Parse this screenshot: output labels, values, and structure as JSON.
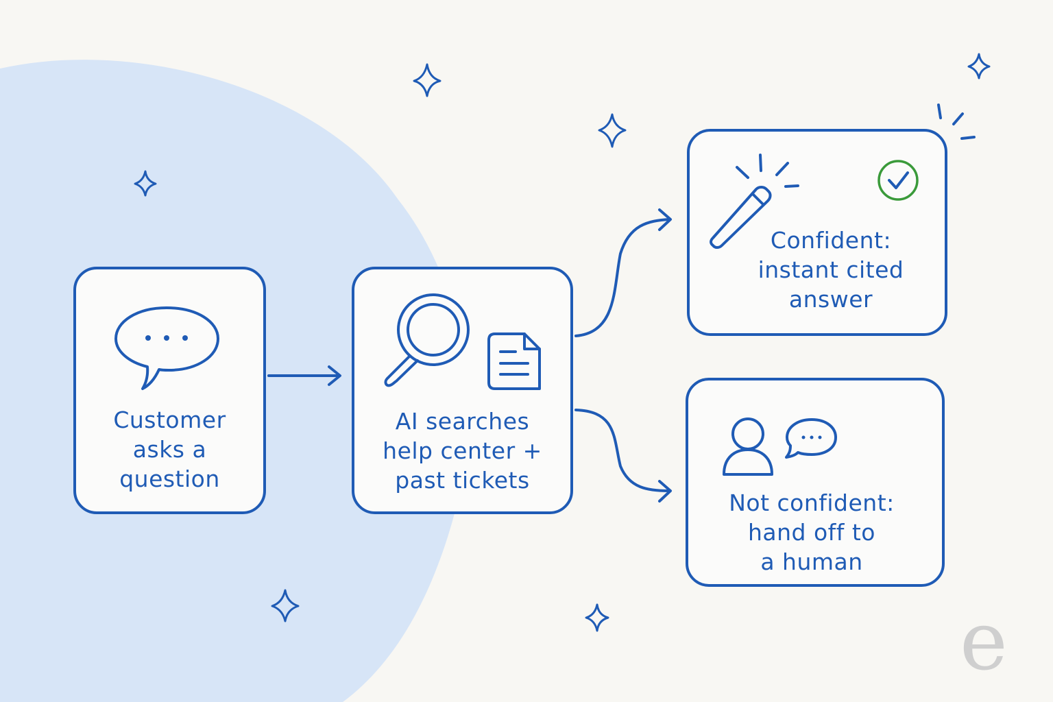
{
  "colors": {
    "background": "#f8f7f3",
    "blob": "#d7e5f7",
    "stroke": "#1f5bb5",
    "check": "#3a9a3a",
    "watermark": "#cfcfcf"
  },
  "nodes": {
    "customer": {
      "label": "Customer\nasks a\nquestion",
      "icon": "speech-bubble-icon"
    },
    "search": {
      "label": "AI searches\nhelp center +\npast tickets",
      "icons": [
        "magnifying-glass-icon",
        "document-icon"
      ]
    },
    "confident": {
      "label": "Confident:\ninstant cited\nanswer",
      "icons": [
        "magic-wand-icon",
        "check-circle-icon"
      ]
    },
    "not_confident": {
      "label": "Not confident:\nhand off to\na human",
      "icons": [
        "person-icon",
        "chat-bubble-icon"
      ]
    }
  },
  "watermark": {
    "text": "e"
  }
}
